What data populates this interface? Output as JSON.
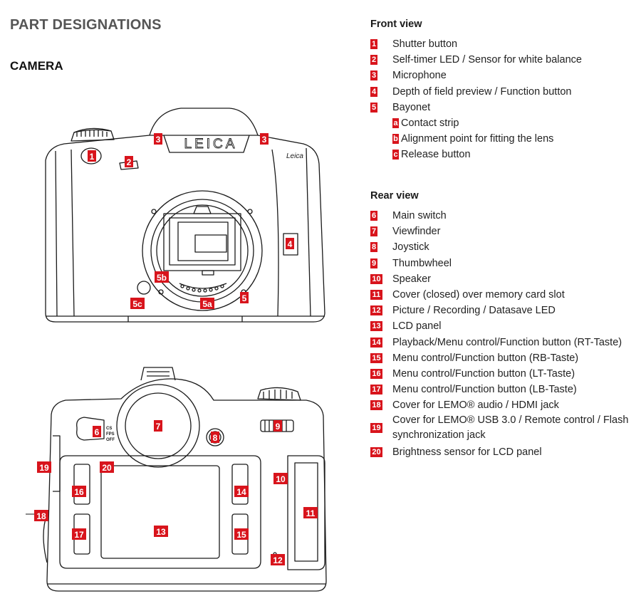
{
  "header": {
    "title": "PART DESIGNATIONS",
    "section": "CAMERA"
  },
  "front_view": {
    "heading": "Front view",
    "items": [
      {
        "num": "1",
        "label": "Shutter button"
      },
      {
        "num": "2",
        "label": "Self-timer LED / Sensor for white balance"
      },
      {
        "num": "3",
        "label": "Microphone"
      },
      {
        "num": "4",
        "label": "Depth of field preview / Function button"
      },
      {
        "num": "5",
        "label": "Bayonet"
      }
    ],
    "sub_items": [
      {
        "num": "a",
        "label": "Contact strip"
      },
      {
        "num": "b",
        "label": "Alignment point for fitting the lens"
      },
      {
        "num": "c",
        "label": "Release button"
      }
    ]
  },
  "rear_view": {
    "heading": "Rear view",
    "items": [
      {
        "num": "6",
        "label": "Main switch"
      },
      {
        "num": "7",
        "label": "Viewfinder"
      },
      {
        "num": "8",
        "label": "Joystick"
      },
      {
        "num": "9",
        "label": "Thumbwheel"
      },
      {
        "num": "10",
        "label": "Speaker"
      },
      {
        "num": "11",
        "label": "Cover (closed) over memory card slot"
      },
      {
        "num": "12",
        "label": "Picture / Recording / Datasave LED"
      },
      {
        "num": "13",
        "label": "LCD panel"
      },
      {
        "num": "14",
        "label": "Playback/Menu control/Function button (RT-Taste)"
      },
      {
        "num": "15",
        "label": "Menu control/Function button (RB-Taste)"
      },
      {
        "num": "16",
        "label": "Menu control/Function button (LT-Taste)"
      },
      {
        "num": "17",
        "label": "Menu control/Function button (LB-Taste)"
      },
      {
        "num": "18",
        "label": "Cover for LEMO® audio / HDMI jack"
      },
      {
        "num": "19",
        "label": "Cover for LEMO® USB 3.0 / Remote control / Flash synchronization jack"
      },
      {
        "num": "20",
        "label": "Brightness sensor for LCD panel"
      }
    ]
  },
  "diagram_front": {
    "brand": "LEICA",
    "logo_script": "Leica",
    "callouts": [
      "1",
      "2",
      "3",
      "3",
      "4",
      "5b",
      "5c",
      "5a",
      "5"
    ]
  },
  "diagram_rear": {
    "switch_labels": [
      "CS",
      "FPS",
      "OFF"
    ],
    "callouts": [
      "6",
      "7",
      "8",
      "9",
      "19",
      "20",
      "16",
      "14",
      "10",
      "11",
      "18",
      "13",
      "17",
      "15",
      "12"
    ]
  },
  "colors": {
    "accent": "#d8141c",
    "line": "#1a1a1a",
    "title_gray": "#555555"
  }
}
